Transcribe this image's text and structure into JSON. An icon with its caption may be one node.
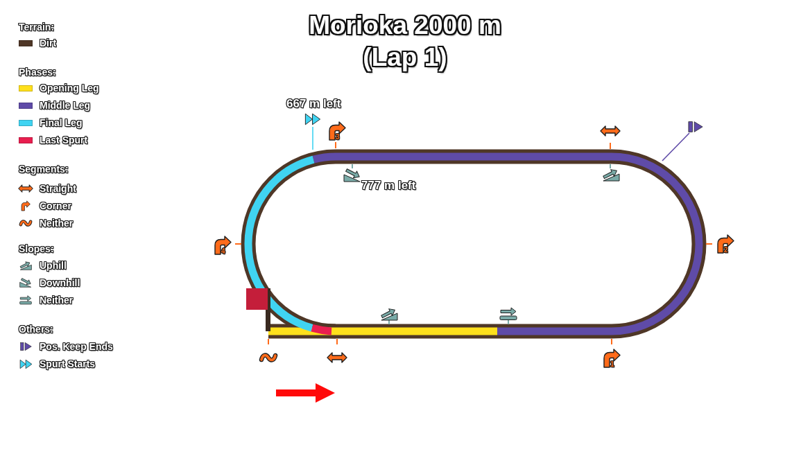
{
  "diagram": {
    "title": "Morioka 2000 m (Lap 1)",
    "labels": [
      "Terrain:",
      "Phases:",
      "Segments:",
      "Slopes:",
      "Others:",
      "667 m left",
      "3",
      "777 m left",
      "4",
      "2",
      "1"
    ],
    "legend": [
      {
        "text": "Dirt",
        "color": "#4f3727"
      },
      {
        "text": "Opening Leg",
        "color": "#ffe01c"
      },
      {
        "text": "Middle Leg",
        "color": "#5f4ba8"
      },
      {
        "text": "Final Leg",
        "color": "#40d4f2"
      },
      {
        "text": "Last Spurt",
        "color": "#e91e4f"
      },
      {
        "text": "Straight"
      },
      {
        "text": "Corner"
      },
      {
        "text": "Neither"
      },
      {
        "text": "Uphill"
      },
      {
        "text": "Downhill"
      },
      {
        "text": "Neither"
      },
      {
        "text": "Pos. Keep Ends"
      },
      {
        "text": "Spurt Starts"
      }
    ]
  }
}
